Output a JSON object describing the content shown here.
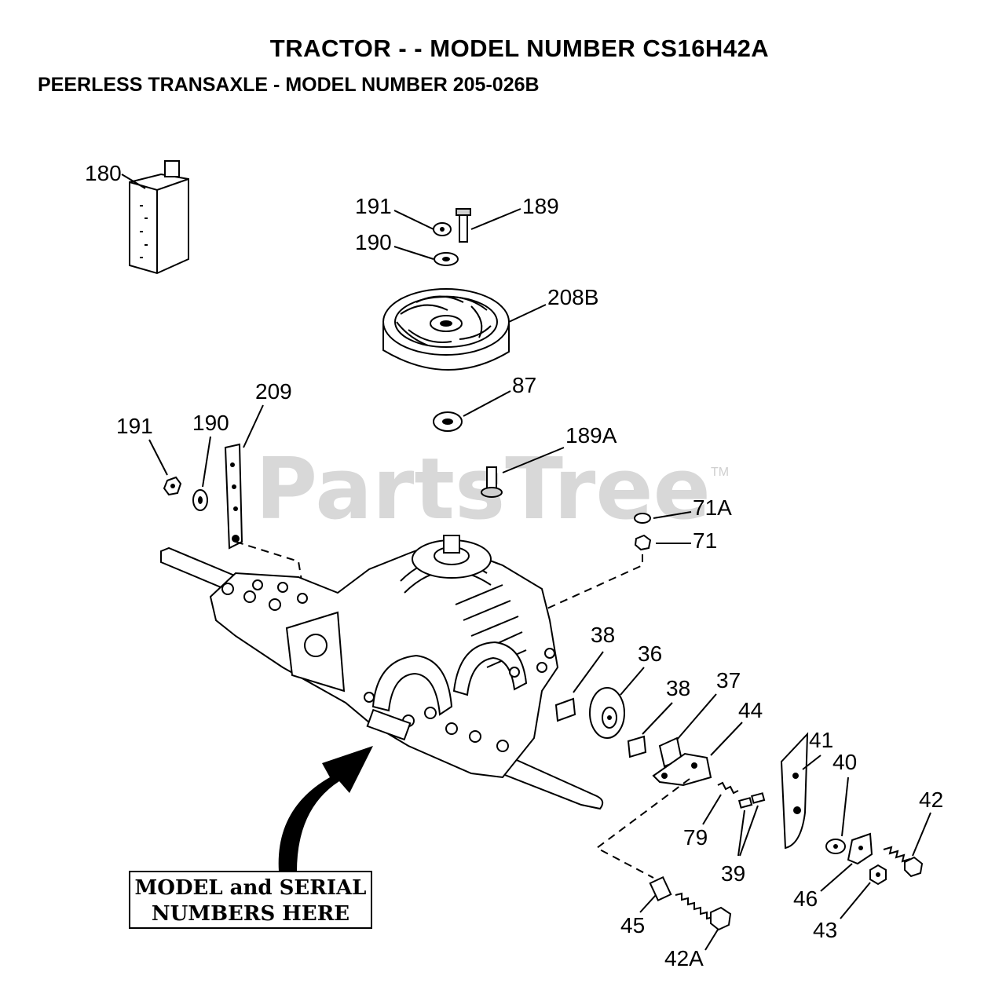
{
  "header": {
    "title": "TRACTOR - - MODEL NUMBER CS16H42A",
    "subtitle": "PEERLESS TRANSAXLE - MODEL NUMBER 205-026B"
  },
  "watermark": {
    "text": "PartsTree",
    "mark": "TM"
  },
  "callout": {
    "line1": "MODEL and SERIAL",
    "line2": "NUMBERS HERE"
  },
  "parts": {
    "p180": "180",
    "p191a": "191",
    "p189": "189",
    "p190a": "190",
    "p208b": "208B",
    "p87": "87",
    "p191b": "191",
    "p190b": "190",
    "p209": "209",
    "p189a": "189A",
    "p71a": "71A",
    "p71": "71",
    "p38a": "38",
    "p36": "36",
    "p38b": "38",
    "p37": "37",
    "p44": "44",
    "p41": "41",
    "p40": "40",
    "p42": "42",
    "p79": "79",
    "p39": "39",
    "p46": "46",
    "p43": "43",
    "p45": "45",
    "p42a": "42A"
  }
}
